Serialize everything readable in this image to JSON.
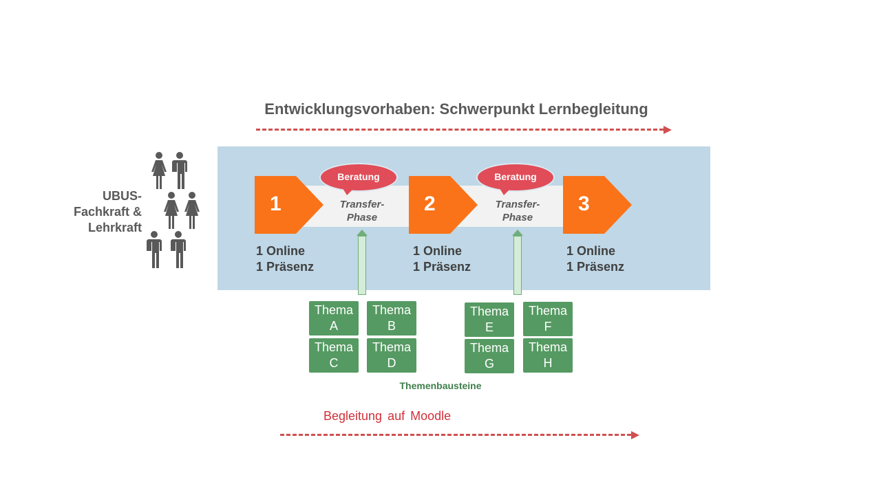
{
  "title": "Entwicklungsvorhaben: Schwerpunkt Lernbegleitung",
  "participants_label": [
    "UBUS-",
    "Fachkraft &",
    "Lehrkraft"
  ],
  "steps": [
    {
      "number": "1",
      "sessions": [
        "1 Online",
        "1 Präsenz"
      ]
    },
    {
      "number": "2",
      "sessions": [
        "1 Online",
        "1 Präsenz"
      ]
    },
    {
      "number": "3",
      "sessions": [
        "1 Online",
        "1 Präsenz"
      ]
    }
  ],
  "transfer": [
    {
      "bubble": "Beratung",
      "phase": [
        "Transfer-",
        "Phase"
      ]
    },
    {
      "bubble": "Beratung",
      "phase": [
        "Transfer-",
        "Phase"
      ]
    }
  ],
  "themes": [
    [
      "Thema",
      "A"
    ],
    [
      "Thema",
      "B"
    ],
    [
      "Thema",
      "C"
    ],
    [
      "Thema",
      "D"
    ],
    [
      "Thema",
      "E"
    ],
    [
      "Thema",
      "F"
    ],
    [
      "Thema",
      "G"
    ],
    [
      "Thema",
      "H"
    ]
  ],
  "themes_caption": "Themenbausteine",
  "moodle": "Begleitung auf Moodle",
  "colors": {
    "orange": "#fa7319",
    "panel": "#bfd7e6",
    "bubble": "#e04c58",
    "theme": "#559a62",
    "dash": "#d05050"
  }
}
